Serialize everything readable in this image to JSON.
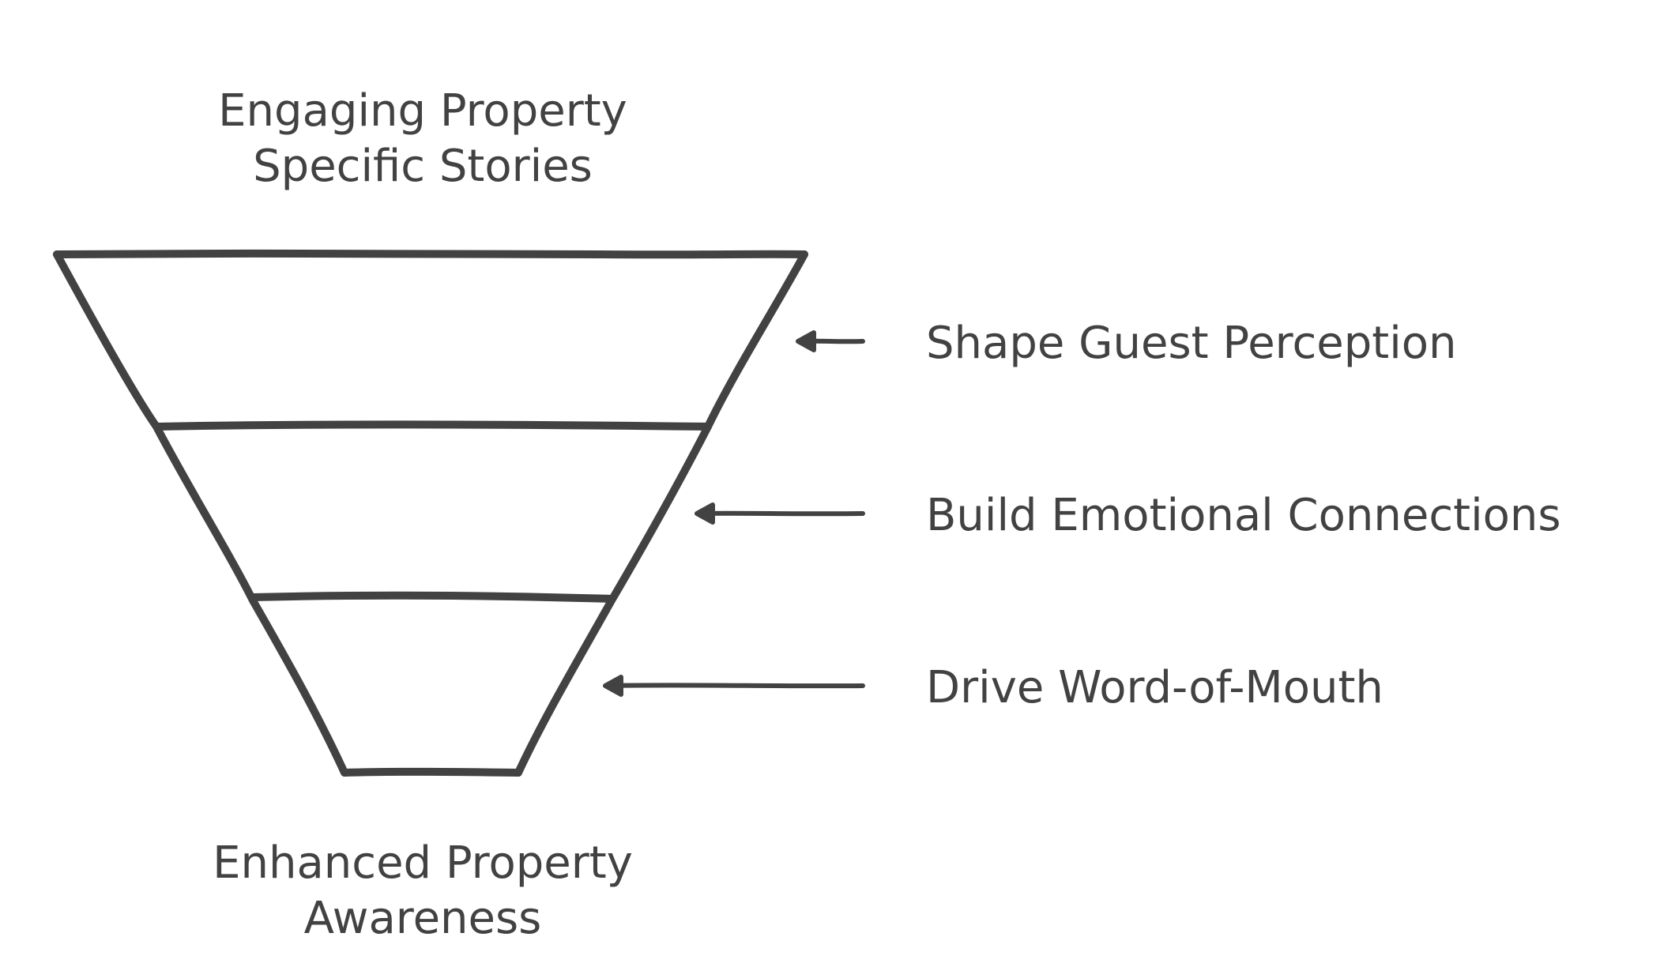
{
  "diagram": {
    "top_label": [
      "Engaging Property",
      "Specific Stories"
    ],
    "bottom_label": [
      "Enhanced Property",
      "Awareness"
    ],
    "stages": [
      {
        "label": "Shape Guest Perception"
      },
      {
        "label": "Build Emotional Connections"
      },
      {
        "label": "Drive Word-of-Mouth"
      }
    ]
  },
  "colors": {
    "stroke": "#424242",
    "text": "#424242",
    "background": "#ffffff"
  }
}
